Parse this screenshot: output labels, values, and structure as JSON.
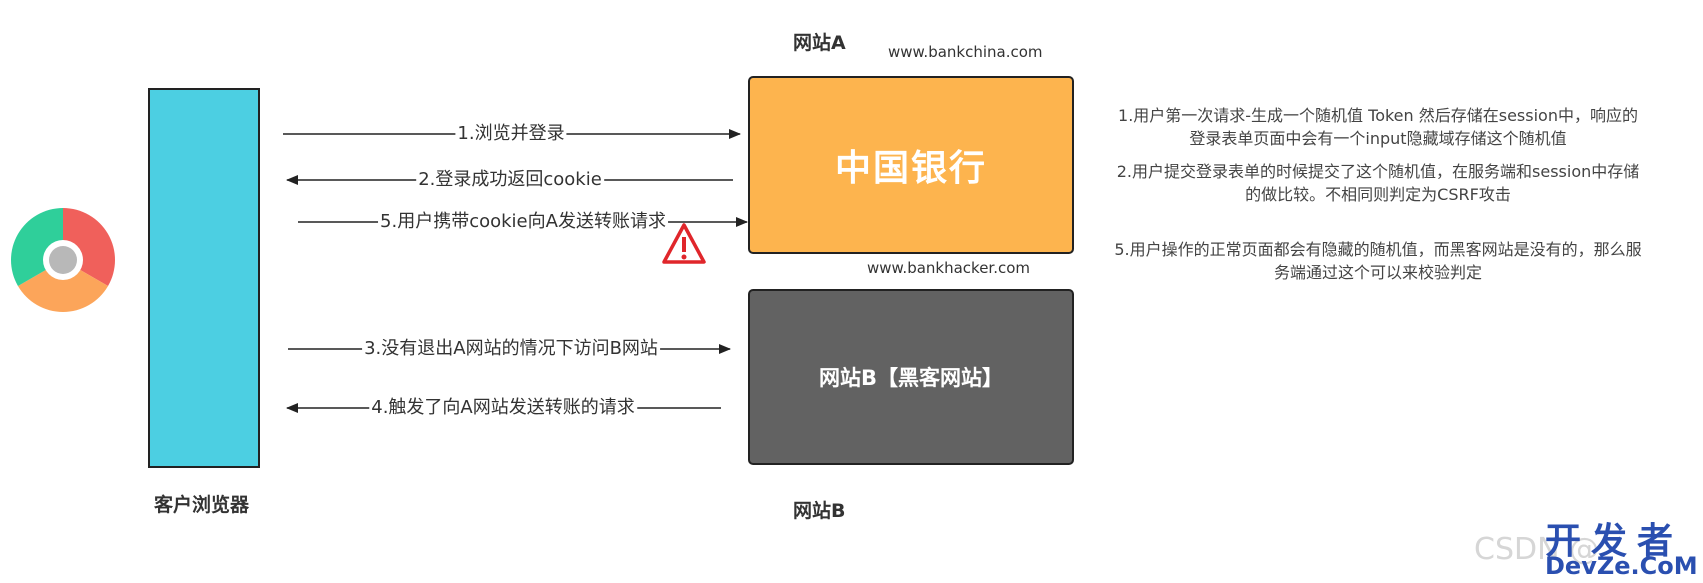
{
  "browser": {
    "label": "客户浏览器"
  },
  "site_a": {
    "heading": "网站A",
    "url": "www.bankchina.com",
    "name": "中国银行",
    "color": "#fdb44e"
  },
  "site_b": {
    "heading": "网站B",
    "url": "www.bankhacker.com",
    "name": "网站B【黑客网站】",
    "color": "#626262"
  },
  "browser_color": "#4ccfe2",
  "arrows": [
    {
      "label": "1.浏览并登录",
      "direction": "right"
    },
    {
      "label": "2.登录成功返回cookie",
      "direction": "left"
    },
    {
      "label": "5.用户携带cookie向A发送转账请求",
      "direction": "right"
    },
    {
      "label": "3.没有退出A网站的情况下访问B网站",
      "direction": "right"
    },
    {
      "label": "4.触发了向A网站发送转账的请求",
      "direction": "left"
    }
  ],
  "notes": [
    {
      "line1": "1.用户第一次请求-生成一个随机值 Token 然后存储在session中，响应的",
      "line2": "登录表单页面中会有一个input隐藏域存储这个随机值"
    },
    {
      "line1": "2.用户提交登录表单的时候提交了这个随机值，在服务端和session中存储",
      "line2": "的做比较。不相同则判定为CSRF攻击"
    },
    {
      "line1": "5.用户操作的正常页面都会有隐藏的随机值，而黑客网站是没有的，那么服",
      "line2": "务端通过这个可以来校验判定"
    }
  ],
  "warning_icon": "warning-triangle-icon",
  "browser_icon": "chrome-icon",
  "watermark": {
    "csdn": "CSDN @",
    "brand_top": "开发者",
    "brand_bottom": "DevZe.CoM"
  }
}
